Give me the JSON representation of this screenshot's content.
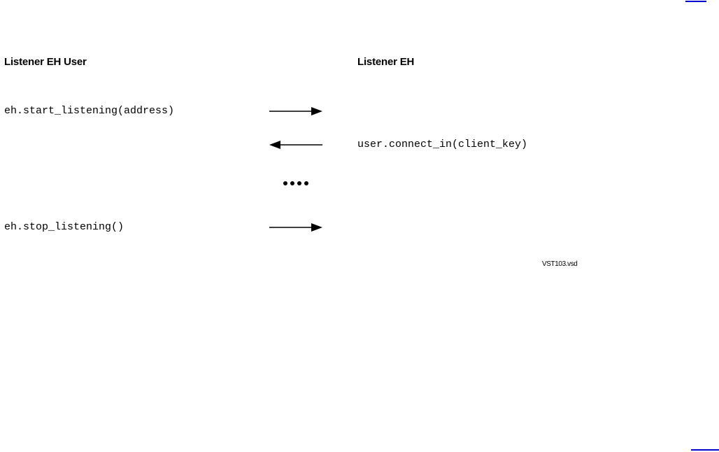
{
  "diagram": {
    "left_header": "Listener EH User",
    "right_header": "Listener EH",
    "calls": [
      {
        "text": "eh.start_listening(address)",
        "direction": "right"
      },
      {
        "text": "user.connect_in(client_key)",
        "direction": "left"
      },
      {
        "text": "eh.stop_listening()",
        "direction": "right"
      }
    ],
    "ellipsis": "•••",
    "figure_ref": "VST103.vsd"
  },
  "colors": {
    "text": "#000000",
    "corner_link": "#0000cc"
  }
}
